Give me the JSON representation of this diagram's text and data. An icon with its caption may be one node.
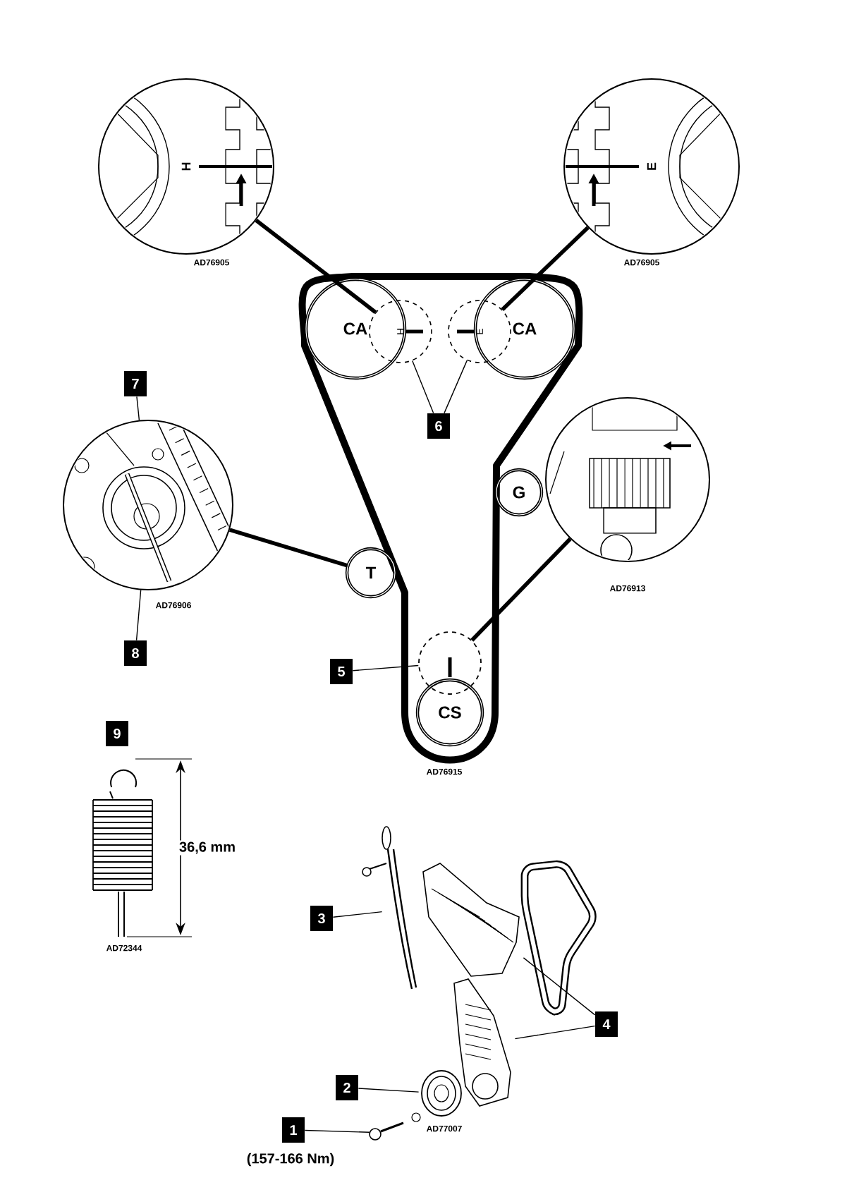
{
  "diagram": {
    "nodes": [
      {
        "text": [
          "H"
        ],
        "beside": [
          "AD76905"
        ]
      },
      {
        "text": [
          "E"
        ],
        "beside": [
          "AD76905"
        ]
      },
      {
        "text": [
          "CA"
        ]
      },
      {
        "text": [
          "CA"
        ]
      },
      {
        "text": [
          "H"
        ]
      },
      {
        "text": [
          "E"
        ]
      },
      {
        "text": [
          "6"
        ]
      },
      {
        "text": [],
        "shape": "picture",
        "beside": [
          "AD76906"
        ]
      },
      {
        "text": [
          "7"
        ]
      },
      {
        "text": [
          "8"
        ]
      },
      {
        "text": [
          "T"
        ]
      },
      {
        "text": [
          "G"
        ]
      },
      {
        "text": [],
        "shape": "picture",
        "beside": [
          "AD76913"
        ]
      },
      {
        "text": [],
        "shape": "circle"
      },
      {
        "text": [
          "CS"
        ],
        "beside": [
          "AD76915"
        ]
      },
      {
        "text": [
          "5"
        ]
      },
      {
        "text": [
          "9"
        ]
      },
      {
        "text": [],
        "shape": "picture",
        "beside": [
          "AD72344"
        ]
      },
      {
        "text": [
          "3"
        ]
      },
      {
        "text": [],
        "shape": "picture"
      },
      {
        "text": [],
        "shape": "picture"
      },
      {
        "text": [],
        "shape": "picture"
      },
      {
        "text": [
          "4"
        ]
      },
      {
        "text": [
          "2"
        ]
      },
      {
        "text": [],
        "shape": "picture"
      },
      {
        "text": [
          "1"
        ],
        "beside": [
          "(157-166 Nm)"
        ]
      },
      {
        "text": [],
        "shape": "picture"
      }
    ],
    "edges": [
      {
        "from": 0,
        "to": 4,
        "arrow": "none",
        "style": "thick"
      },
      {
        "from": 1,
        "to": 5,
        "arrow": "none",
        "style": "thick"
      },
      {
        "from": 6,
        "to": 4,
        "arrow": "none"
      },
      {
        "from": 6,
        "to": 5,
        "arrow": "none"
      },
      {
        "from": 8,
        "to": 7,
        "arrow": "none"
      },
      {
        "from": 9,
        "to": 7,
        "arrow": "none"
      },
      {
        "from": 7,
        "to": 10,
        "arrow": "none",
        "style": "thick"
      },
      {
        "from": 12,
        "to": 13,
        "arrow": "none",
        "style": "thick"
      },
      {
        "from": 15,
        "to": 13,
        "arrow": "none"
      },
      {
        "from": 18,
        "to": 19,
        "arrow": "none"
      },
      {
        "from": 22,
        "to": 20,
        "arrow": "none"
      },
      {
        "from": 22,
        "to": 21,
        "arrow": "none"
      },
      {
        "from": 23,
        "to": 24,
        "arrow": "none"
      },
      {
        "from": 25,
        "to": 26,
        "arrow": "none"
      }
    ],
    "labels": [
      "36,6 mm",
      "AD77007"
    ]
  }
}
